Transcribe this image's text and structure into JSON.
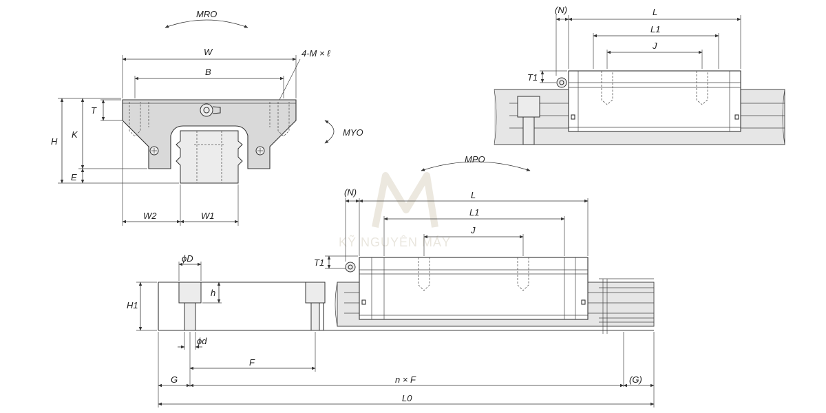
{
  "front_view": {
    "moment_roll": "MRO",
    "moment_yaw": "MYO",
    "width": "W",
    "mount_pitch": "B",
    "mount_screw": "4-M × ℓ",
    "screw_depth": "T",
    "height": "H",
    "rail_to_top": "K",
    "clearance": "E",
    "width_side": "W2",
    "rail_width": "W1"
  },
  "top_side_view": {
    "end_seal": "(N)",
    "block_length": "L",
    "body_length": "L1",
    "mount_length_pitch": "J",
    "thickness": "T1"
  },
  "side_view": {
    "moment_pitch": "MPO",
    "end_seal": "(N)",
    "block_length": "L",
    "body_length": "L1",
    "mount_length_pitch": "J",
    "thickness": "T1",
    "rail_height": "H1",
    "counterbore_dia": "ϕD",
    "counterbore_depth": "h",
    "hole_dia": "ϕd",
    "pitch": "F",
    "end_offset": "G",
    "pitch_total": "n × F",
    "end_offset_right": "(G)",
    "rail_length": "L0"
  },
  "watermark": "KỸ NGUYÊN MÁY"
}
